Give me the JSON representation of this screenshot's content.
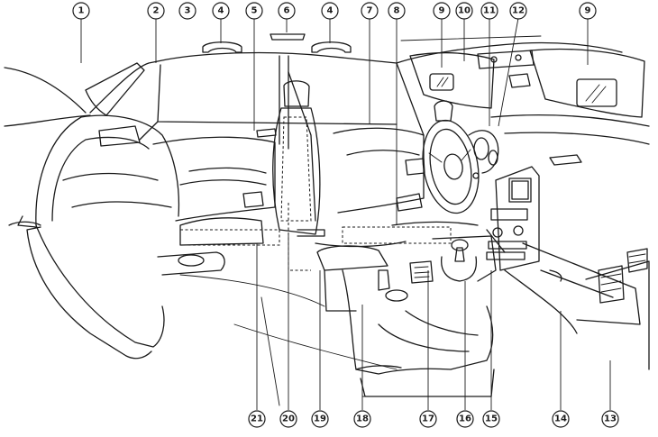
{
  "callouts": [
    {
      "id": "c1",
      "label": "1"
    },
    {
      "id": "c2",
      "label": "2"
    },
    {
      "id": "c3",
      "label": "3"
    },
    {
      "id": "c4a",
      "label": "4"
    },
    {
      "id": "c5",
      "label": "5"
    },
    {
      "id": "c6",
      "label": "6"
    },
    {
      "id": "c4b",
      "label": "4"
    },
    {
      "id": "c7",
      "label": "7"
    },
    {
      "id": "c8",
      "label": "8"
    },
    {
      "id": "c9a",
      "label": "9"
    },
    {
      "id": "c10",
      "label": "10"
    },
    {
      "id": "c11",
      "label": "11"
    },
    {
      "id": "c12",
      "label": "12"
    },
    {
      "id": "c9b",
      "label": "9"
    },
    {
      "id": "c21",
      "label": "21"
    },
    {
      "id": "c20",
      "label": "20"
    },
    {
      "id": "c19",
      "label": "19"
    },
    {
      "id": "c18",
      "label": "18"
    },
    {
      "id": "c17",
      "label": "17"
    },
    {
      "id": "c16",
      "label": "16"
    },
    {
      "id": "c15",
      "label": "15"
    },
    {
      "id": "c14",
      "label": "14"
    },
    {
      "id": "c13",
      "label": "13"
    }
  ]
}
